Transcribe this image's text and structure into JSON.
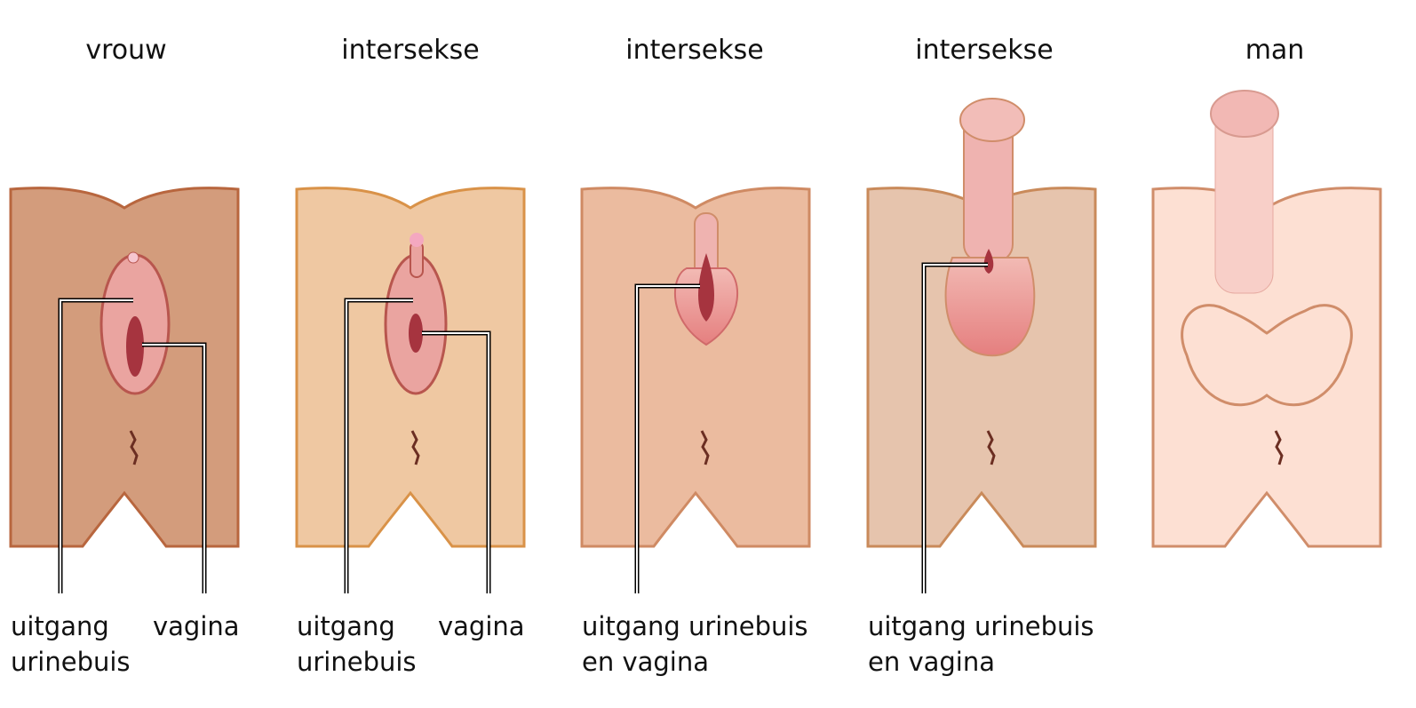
{
  "panels": [
    {
      "title": "vrouw",
      "skin": "#d39c7c",
      "outline": "#b8663e",
      "labels": [
        "uitgang",
        "urinebuis",
        "vagina"
      ]
    },
    {
      "title": "intersekse",
      "skin": "#efc8a2",
      "outline": "#d99248",
      "labels": [
        "uitgang",
        "urinebuis",
        "vagina"
      ]
    },
    {
      "title": "intersekse",
      "skin": "#ebbb9f",
      "outline": "#cf8a63",
      "labels": [
        "uitgang urinebuis",
        "en vagina"
      ]
    },
    {
      "title": "intersekse",
      "skin": "#e6c4ad",
      "outline": "#c98a5a",
      "labels": [
        "uitgang urinebuis",
        "en vagina"
      ]
    },
    {
      "title": "man",
      "skin": "#fde0d3",
      "outline": "#d08d6a",
      "labels": []
    }
  ],
  "colors": {
    "genital": "#e98c8c",
    "genital_dark": "#a6343f",
    "penis": "#efb3b0"
  }
}
